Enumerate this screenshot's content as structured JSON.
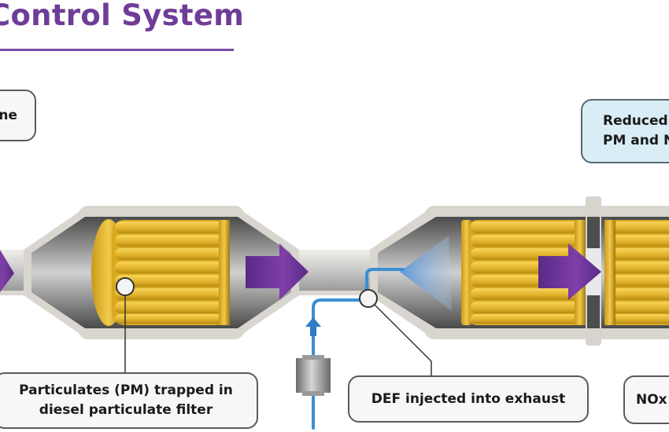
{
  "header": {
    "title": "Control System"
  },
  "callouts": {
    "engine_partial": "ne",
    "reduced_line1": "Reduced",
    "reduced_line2": "PM and N",
    "dpf_line1": "Particulates (PM) trapped in",
    "dpf_line2": "diesel particulate filter",
    "def": "DEF injected into exhaust",
    "nox_partial": "NOx"
  },
  "colors": {
    "accent_purple": "#6e3d97",
    "filter_gold": "#e5b52c",
    "def_blue": "#3b8fd3",
    "pipe_gray": "#c9c9c9",
    "callout_blue_bg": "#d8edf6"
  }
}
